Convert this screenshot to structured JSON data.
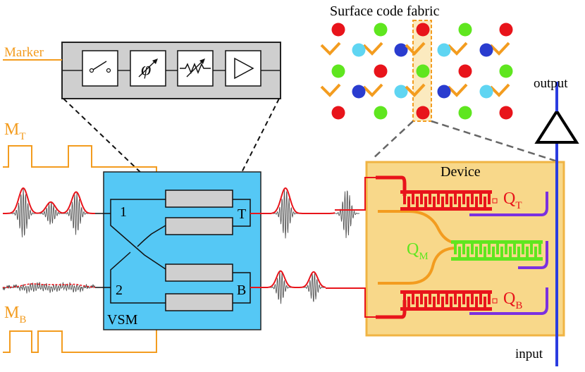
{
  "labels": {
    "fabric_title": "Surface code fabric",
    "marker": "Marker",
    "output": "output",
    "input": "input",
    "device": "Device",
    "vsm": "VSM",
    "port_1": "1",
    "port_2": "2",
    "port_t": "T",
    "port_b": "B"
  },
  "signals": {
    "mt_main": "M",
    "mt_sub": "T",
    "mb_main": "M",
    "mb_sub": "B"
  },
  "qubits": {
    "qt_main": "Q",
    "qt_sub": "T",
    "qm_main": "Q",
    "qm_sub": "M",
    "qb_main": "Q",
    "qb_sub": "B"
  },
  "components": [
    "switch-icon",
    "phase-shifter-icon",
    "variable-attenuator-icon",
    "amplifier-icon"
  ],
  "fabric": {
    "data_rows": [
      [
        "red",
        "green",
        "red",
        "green",
        "red"
      ],
      [
        "green",
        "red",
        "green",
        "red",
        "green"
      ],
      [
        "red",
        "green",
        "red",
        "green",
        "red"
      ]
    ],
    "ancilla_rows": [
      [
        "cyan",
        "blue",
        "cyan",
        "blue"
      ],
      [
        "blue",
        "cyan",
        "blue",
        "cyan"
      ]
    ]
  },
  "colors": {
    "orange": "#f39c1f",
    "vsm_fill": "#55c8f5",
    "device_fill": "#f8d88a",
    "device_border": "#f0b443",
    "red": "#e8141b",
    "green": "#5fe61f",
    "purple": "#7b30e0",
    "feedline": "#2a3ce0",
    "cyan": "#5fd5f2",
    "blue": "#2a3ccf",
    "gray": "#cfcfcf"
  }
}
